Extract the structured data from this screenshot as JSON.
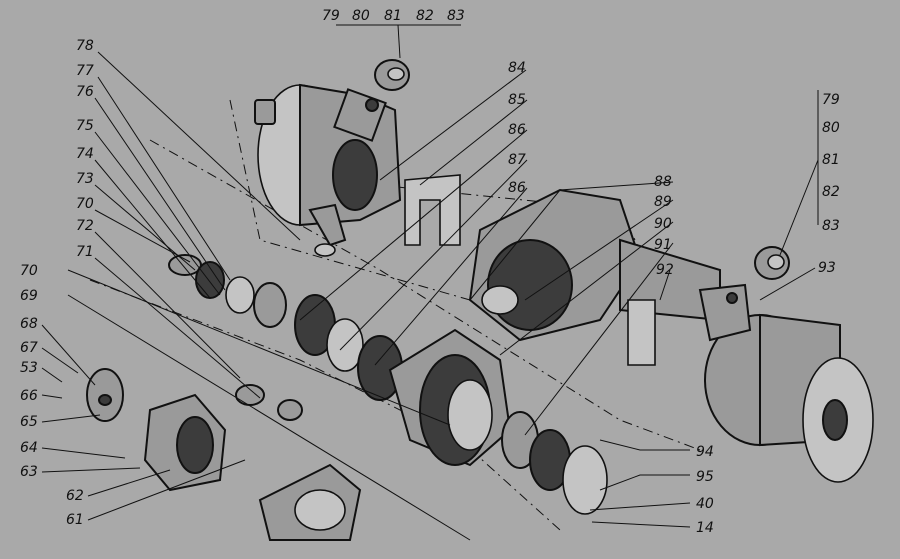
{
  "callouts": [
    {
      "id": "c79t",
      "text": "79"
    },
    {
      "id": "c80t",
      "text": "80"
    },
    {
      "id": "c81t",
      "text": "81"
    },
    {
      "id": "c82t",
      "text": "82"
    },
    {
      "id": "c83t",
      "text": "83"
    },
    {
      "id": "c78",
      "text": "78"
    },
    {
      "id": "c77",
      "text": "77"
    },
    {
      "id": "c76",
      "text": "76"
    },
    {
      "id": "c75",
      "text": "75"
    },
    {
      "id": "c74",
      "text": "74"
    },
    {
      "id": "c73",
      "text": "73"
    },
    {
      "id": "c70a",
      "text": "70"
    },
    {
      "id": "c72",
      "text": "72"
    },
    {
      "id": "c71",
      "text": "71"
    },
    {
      "id": "c70b",
      "text": "70"
    },
    {
      "id": "c69",
      "text": "69"
    },
    {
      "id": "c68",
      "text": "68"
    },
    {
      "id": "c67",
      "text": "67"
    },
    {
      "id": "c53",
      "text": "53"
    },
    {
      "id": "c66",
      "text": "66"
    },
    {
      "id": "c65",
      "text": "65"
    },
    {
      "id": "c64",
      "text": "64"
    },
    {
      "id": "c63",
      "text": "63"
    },
    {
      "id": "c62",
      "text": "62"
    },
    {
      "id": "c61",
      "text": "61"
    },
    {
      "id": "c84",
      "text": "84"
    },
    {
      "id": "c85",
      "text": "85"
    },
    {
      "id": "c86a",
      "text": "86"
    },
    {
      "id": "c87",
      "text": "87"
    },
    {
      "id": "c86b",
      "text": "86"
    },
    {
      "id": "c88",
      "text": "88"
    },
    {
      "id": "c89",
      "text": "89"
    },
    {
      "id": "c90",
      "text": "90"
    },
    {
      "id": "c91",
      "text": "91"
    },
    {
      "id": "c92",
      "text": "92"
    },
    {
      "id": "c93",
      "text": "93"
    },
    {
      "id": "c79r",
      "text": "79"
    },
    {
      "id": "c80r",
      "text": "80"
    },
    {
      "id": "c81r",
      "text": "81"
    },
    {
      "id": "c82r",
      "text": "82"
    },
    {
      "id": "c83r",
      "text": "83"
    },
    {
      "id": "c94",
      "text": "94"
    },
    {
      "id": "c95",
      "text": "95"
    },
    {
      "id": "c40",
      "text": "40"
    },
    {
      "id": "c14",
      "text": "14"
    }
  ]
}
